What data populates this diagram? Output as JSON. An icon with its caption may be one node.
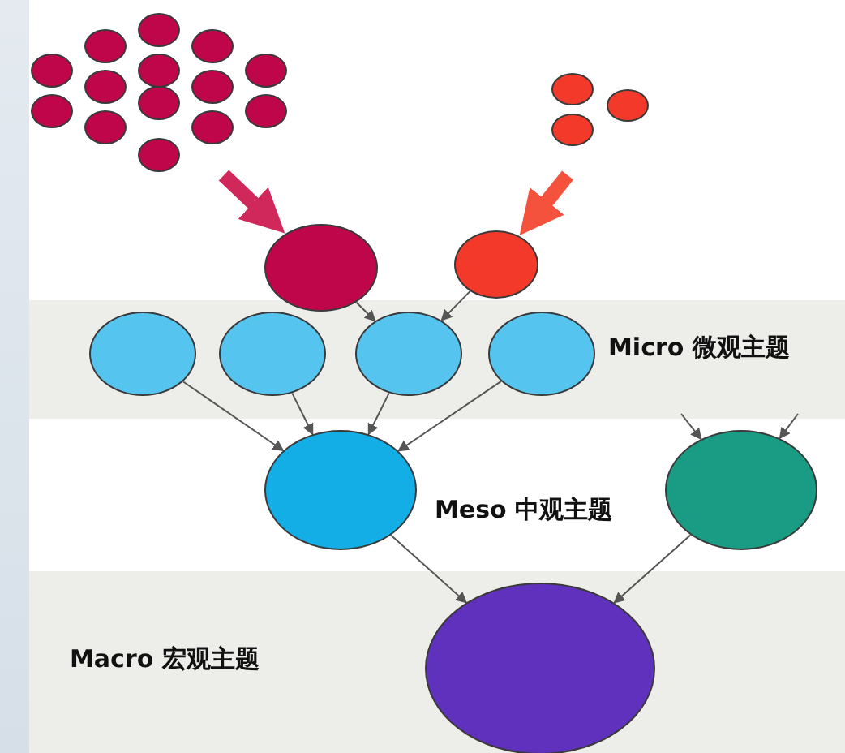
{
  "diagram": {
    "nodes": [
      {
        "text": [],
        "shape": "circle"
      },
      {
        "text": [],
        "shape": "circle"
      },
      {
        "text": [],
        "shape": "circle"
      },
      {
        "text": [],
        "shape": "circle"
      },
      {
        "text": [],
        "shape": "circle"
      },
      {
        "text": [],
        "shape": "circle"
      },
      {
        "text": [],
        "shape": "circle"
      },
      {
        "text": [],
        "shape": "circle"
      },
      {
        "text": [],
        "shape": "circle"
      },
      {
        "text": [],
        "shape": "circle"
      },
      {
        "text": [],
        "shape": "circle"
      },
      {
        "text": [],
        "shape": "circle"
      },
      {
        "text": [],
        "shape": "circle"
      },
      {
        "text": [],
        "shape": "circle"
      },
      {
        "text": [],
        "shape": "circle"
      },
      {
        "text": [],
        "shape": "circle"
      },
      {
        "text": [],
        "shape": "circle"
      },
      {
        "text": [],
        "shape": "circle"
      },
      {
        "text": [],
        "shape": "circle"
      },
      {
        "text": [],
        "shape": "circle"
      },
      {
        "text": [],
        "shape": "circle"
      },
      {
        "text": [],
        "shape": "circle"
      },
      {
        "text": [],
        "shape": "circle"
      },
      {
        "text": [],
        "shape": "circle"
      },
      {
        "text": [],
        "shape": "circle"
      },
      {
        "text": [],
        "shape": "circle"
      }
    ],
    "edges": [
      {
        "from": null,
        "to": 17,
        "arrow": "to",
        "style": "thick",
        "color": "#d1285c"
      },
      {
        "from": null,
        "to": 18,
        "arrow": "to",
        "style": "thick",
        "color": "#f4523c"
      },
      {
        "from": 17,
        "to": 21,
        "arrow": "to"
      },
      {
        "from": 18,
        "to": 21,
        "arrow": "to"
      },
      {
        "from": 19,
        "to": 23,
        "arrow": "to"
      },
      {
        "from": 20,
        "to": 23,
        "arrow": "to"
      },
      {
        "from": 21,
        "to": 23,
        "arrow": "to"
      },
      {
        "from": 22,
        "to": 23,
        "arrow": "to"
      },
      {
        "from": null,
        "to": 24,
        "arrow": "to"
      },
      {
        "from": null,
        "to": 24,
        "arrow": "to"
      },
      {
        "from": 23,
        "to": 25,
        "arrow": "to"
      },
      {
        "from": 24,
        "to": 25,
        "arrow": "to"
      }
    ],
    "labels": [
      "Micro 微观主题",
      "Meso 中观主题",
      "Macro 宏观主题"
    ]
  }
}
